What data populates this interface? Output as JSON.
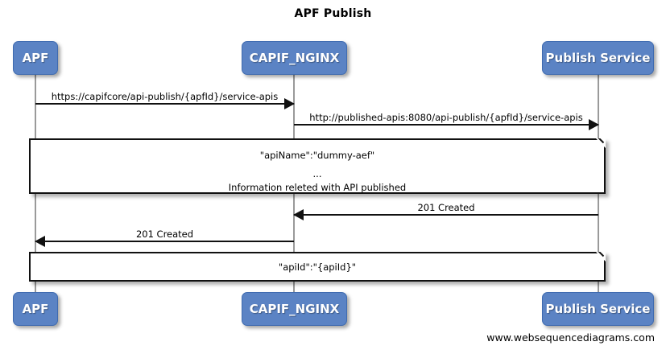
{
  "diagram": {
    "title": "APF Publish",
    "footer": "www.websequencediagrams.com",
    "accent_color": "#5B83C4",
    "line_color": "#111111",
    "lifeline_color": "#9A9A9A"
  },
  "participants": [
    {
      "id": "apf",
      "label": "APF"
    },
    {
      "id": "capif_nginx",
      "label": "CAPIF_NGINX"
    },
    {
      "id": "publish_service",
      "label": "Publish Service"
    }
  ],
  "participants_bottom": [
    {
      "id": "apf",
      "label": "APF"
    },
    {
      "id": "capif_nginx",
      "label": "CAPIF_NGINX"
    },
    {
      "id": "publish_service",
      "label": "Publish Service"
    }
  ],
  "messages": [
    {
      "id": "msg-1",
      "from": "APF",
      "to": "CAPIF_NGINX",
      "direction": "right",
      "label": "https://capifcore/api-publish/{apfId}/service-apis"
    },
    {
      "id": "msg-2",
      "from": "CAPIF_NGINX",
      "to": "Publish Service",
      "direction": "right",
      "label": "http://published-apis:8080/api-publish/{apfId}/service-apis"
    },
    {
      "id": "msg-3",
      "from": "Publish Service",
      "to": "CAPIF_NGINX",
      "direction": "left",
      "label": "201 Created"
    },
    {
      "id": "msg-4",
      "from": "CAPIF_NGINX",
      "to": "APF",
      "direction": "left",
      "label": "201 Created"
    }
  ],
  "notes": [
    {
      "id": "note-1",
      "lines": [
        "\"apiName\":\"dummy-aef\"",
        "...",
        "Information releted with API published"
      ]
    },
    {
      "id": "note-2",
      "lines": [
        "\"apiId\":\"{apiId}\""
      ]
    }
  ]
}
